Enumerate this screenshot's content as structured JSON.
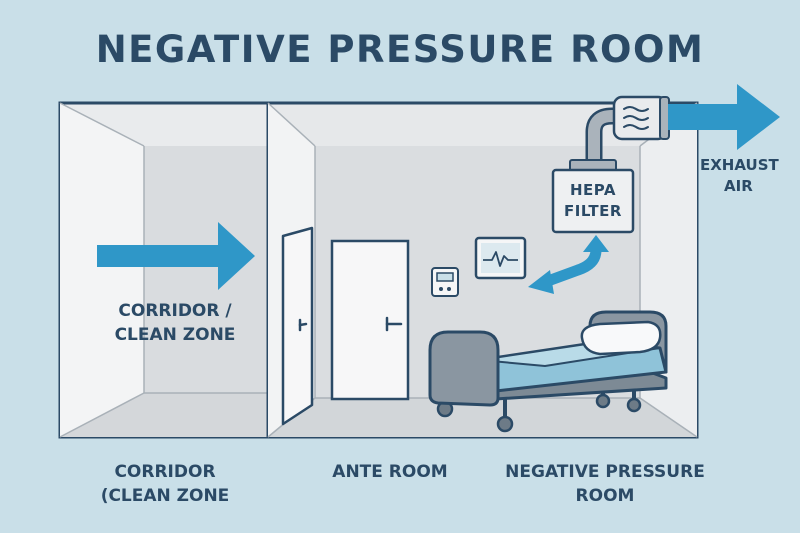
{
  "title": "NEGATIVE PRESSURE ROOM",
  "labels": {
    "hepa_line1": "HEPA",
    "hepa_line2": "FILTER",
    "exhaust_line1": "EXHAUST",
    "exhaust_line2": "AIR",
    "corridor_in_line1": "CORRIDOR /",
    "corridor_in_line2": "CLEAN ZONE",
    "bottom_corridor_line1": "CORRIDOR",
    "bottom_corridor_line2": "(CLEAN ZONE",
    "bottom_ante": "ANTE ROOM",
    "bottom_neg_line1": "NEGATIVE PRESSURE",
    "bottom_neg_line2": "ROOM"
  },
  "colors": {
    "background": "#c9dfe8",
    "outline": "#2b4a66",
    "arrow": "#2f97c8",
    "wall": "#e6e8ea",
    "mattress": "#8fc3d9"
  }
}
